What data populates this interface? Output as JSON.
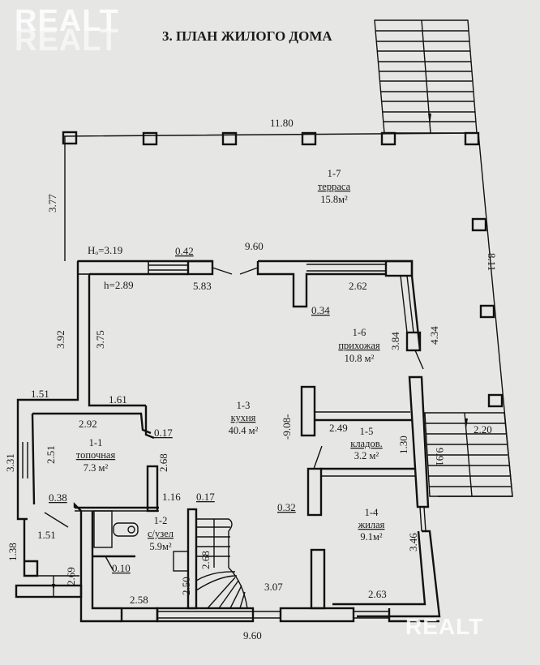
{
  "watermark": {
    "brand": "REALT"
  },
  "title": "3. ПЛАН ЖИЛОГО ДОМА",
  "heights": {
    "outer": "Hₒ=3.19",
    "inner": "h=2.89"
  },
  "rooms": [
    {
      "id": "1-1",
      "name": "топочная",
      "area": "7.3 м²"
    },
    {
      "id": "1-2",
      "name": "с/узел",
      "area": "5.9м²"
    },
    {
      "id": "1-3",
      "name": "кухня",
      "area": "40.4 м²"
    },
    {
      "id": "1-4",
      "name": "жилая",
      "area": "9.1м²"
    },
    {
      "id": "1-5",
      "name": "кладов.",
      "area": "3.2 м²"
    },
    {
      "id": "1-6",
      "name": "прихожая",
      "area": "10.8 м²"
    },
    {
      "id": "1-7",
      "name": "терраса",
      "area": "15.8м²"
    }
  ],
  "dimensions": {
    "terrace_width": "11.80",
    "terrace_left": "3.77",
    "terrace_right": "8.11",
    "house_width_top": "9.60",
    "house_width_bottom": "9.60",
    "wall_042": "0.42",
    "wall_583": "5.83",
    "wall_262": "2.62",
    "wall_034": "0.34",
    "hall_384": "3.84",
    "hall_434": "4.34",
    "left_392": "3.92",
    "left_375": "3.75",
    "left_151_top": "1.51",
    "boiler_161": "1.61",
    "boiler_292": "2.92",
    "boiler_017": "0.17",
    "boiler_251": "2.51",
    "boiler_268": "2.68",
    "left_331": "3.31",
    "boiler_038": "0.38",
    "left_151_bottom": "1.51",
    "wc_116": "1.16",
    "stair_017": "0.17",
    "left_138": "1.38",
    "left_269": "2.69",
    "wc_010": "0.10",
    "wc_258": "2.58",
    "stair_250": "2.50",
    "stair_268": "2.68",
    "kitchen_908": "-9.08-",
    "pantry_249": "2.49",
    "pantry_130": "1.30",
    "wall_032": "0.32",
    "living_346": "3.46",
    "living_307": "3.07",
    "living_263": "2.63",
    "steps_220": "2.20",
    "steps_991": "9.91"
  }
}
